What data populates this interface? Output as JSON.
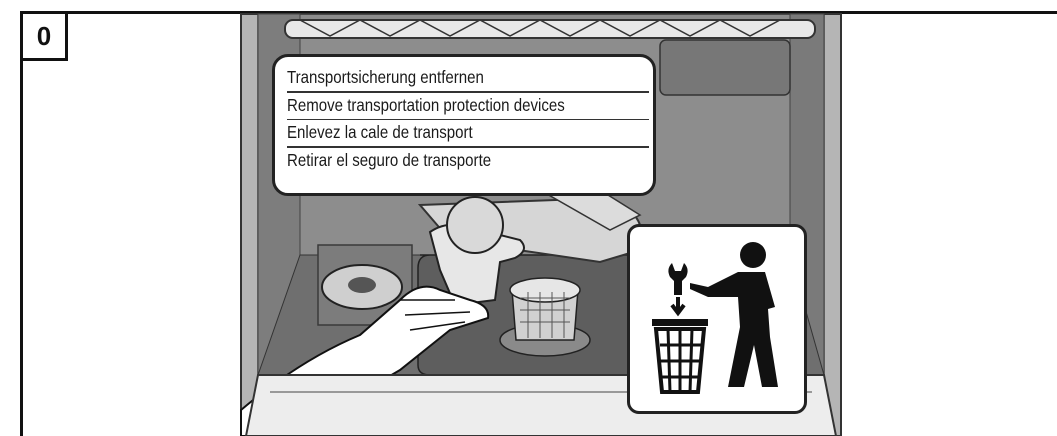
{
  "step": {
    "number": "0"
  },
  "labels": [
    "Transportsicherung entfernen",
    "Remove transportation protection devices",
    "Enlevez la cale de transport",
    "Retirar el seguro de transporte"
  ],
  "icons": {
    "disposal": "bin-disposal-icon",
    "wrench": "wrench-icon"
  },
  "colors": {
    "line": "#111111",
    "tub": "#8d8d8d",
    "tub_dark": "#5e5e5e",
    "part": "#e2e2e2"
  }
}
